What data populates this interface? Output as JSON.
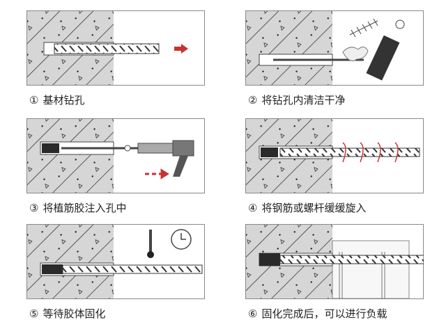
{
  "title": "植筋施工步骤",
  "steps": [
    {
      "num": "①",
      "label": "基材钻孔"
    },
    {
      "num": "②",
      "label": "将钻孔内清洁干净"
    },
    {
      "num": "③",
      "label": "将植筋胶注入孔中"
    },
    {
      "num": "④",
      "label": "将钢筋或螺杆缓缓旋入"
    },
    {
      "num": "⑤",
      "label": "等待胶体固化"
    },
    {
      "num": "⑥",
      "label": "固化完成后，可以进行负载"
    }
  ],
  "colors": {
    "concrete": "#d6d6d6",
    "adhesive": "#2a2a2a",
    "arrow": "#c8332f",
    "outline": "#777777"
  }
}
